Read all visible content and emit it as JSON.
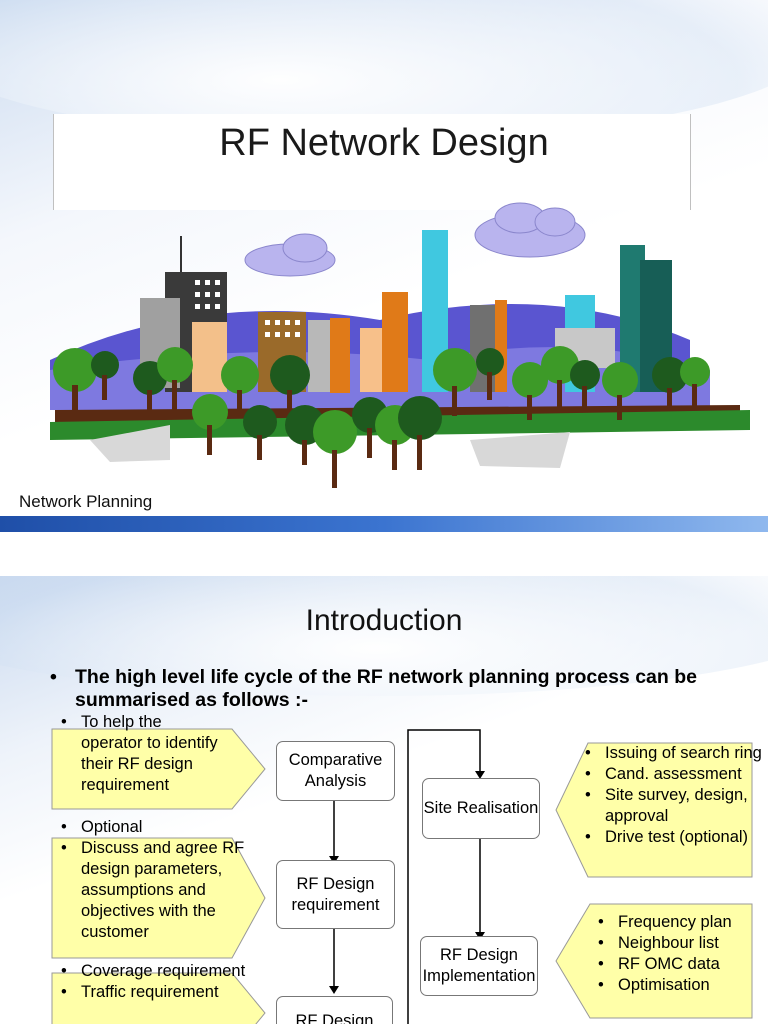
{
  "slide1": {
    "title": "RF Network Design",
    "footer": "Network Planning"
  },
  "slide2": {
    "title": "Introduction",
    "bullet": "The high level life cycle of the RF network planning process can be summarised as follows :-",
    "boxes": {
      "comparative": "Comparative Analysis",
      "requirement": "RF Design requirement",
      "design": "RF Design",
      "site": "Site Realisation",
      "implementation": "RF Design Implementation"
    },
    "notes": {
      "left1": [
        "To help the operator to identify their RF design requirement"
      ],
      "left2": [
        "Optional",
        "Discuss and agree RF design parameters, assumptions and objectives with the customer"
      ],
      "left3": [
        "Coverage requirement",
        "Traffic requirement"
      ],
      "right1": [
        "Issuing of search ring",
        "Cand. assessment",
        "Site survey, design, approval",
        "Drive test (optional)"
      ],
      "right2": [
        "Frequency plan",
        "Neighbour list",
        "RF OMC data",
        "Optimisation"
      ]
    },
    "colors": {
      "note_fill": "#ffffa8",
      "bar": "#1f4fa8"
    }
  }
}
